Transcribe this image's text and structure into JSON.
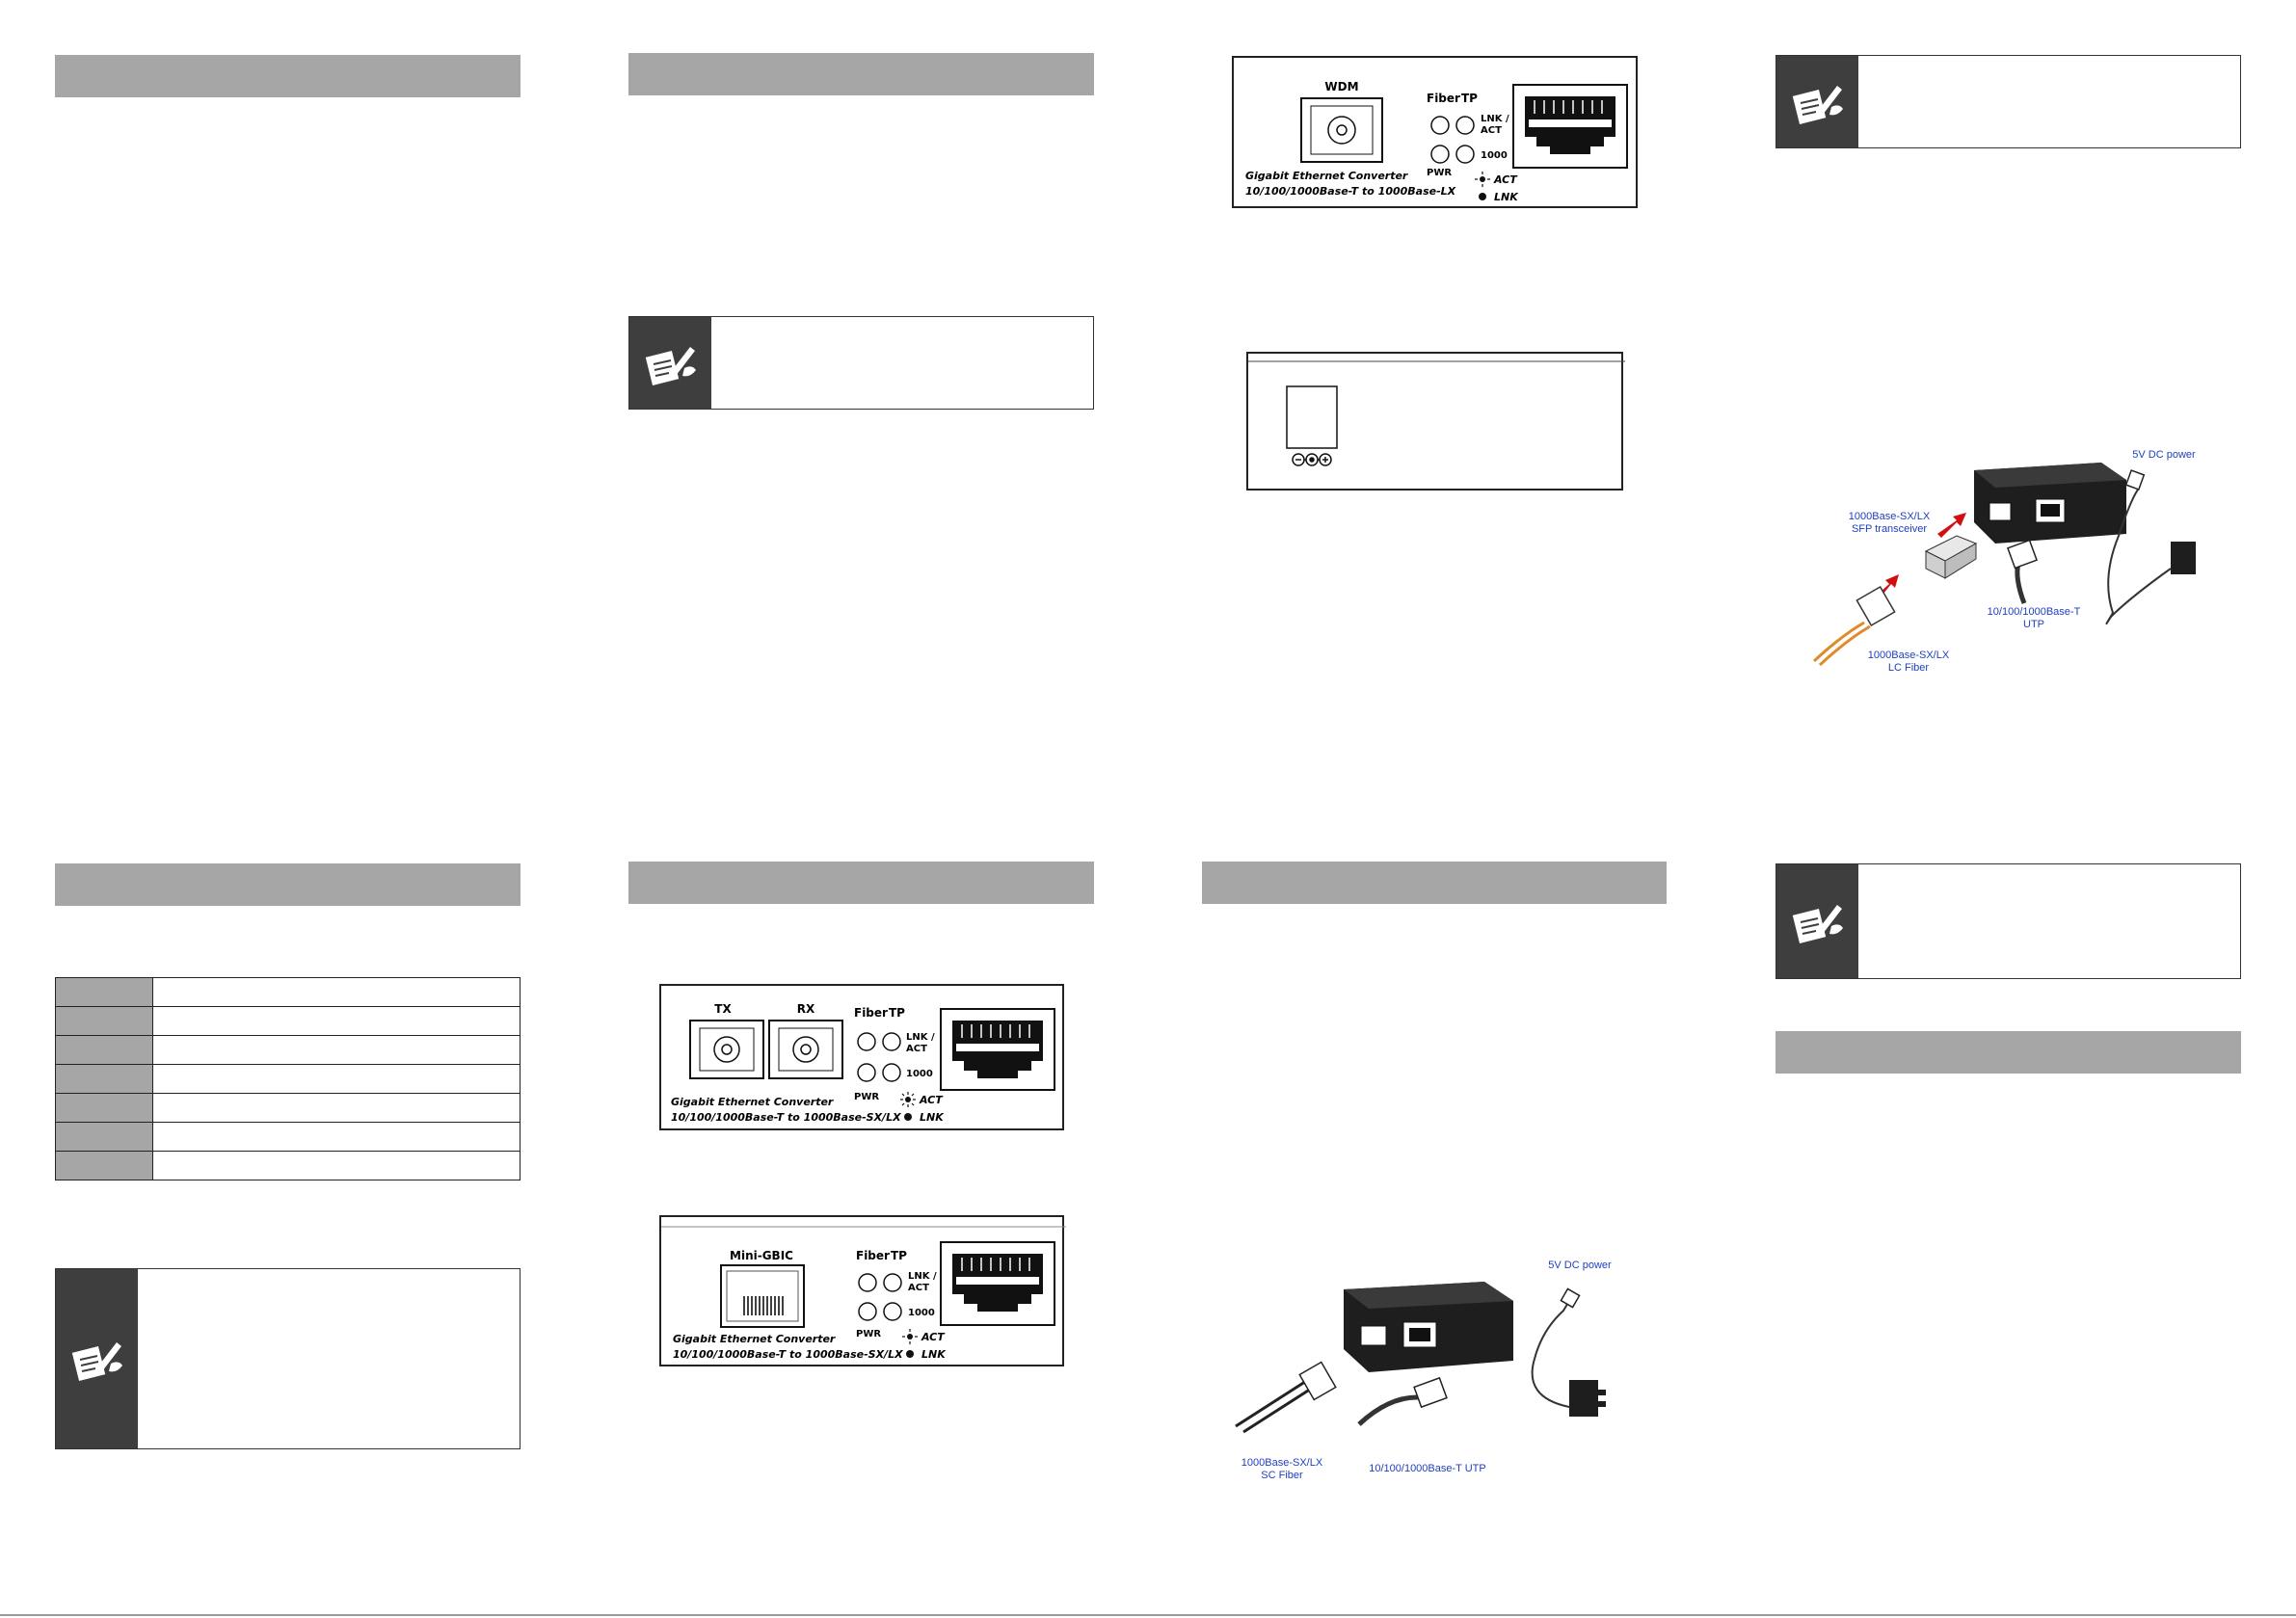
{
  "panels": {
    "wdm": {
      "port": "WDM",
      "fiber": "Fiber",
      "tp": "TP",
      "lnk": "LNK /",
      "act": "ACT",
      "pwr": "PWR",
      "g1000": "1000",
      "legend_act": "ACT",
      "legend_lnk": "LNK",
      "caption1": "Gigabit Ethernet Converter",
      "caption2": "10/100/1000Base-T to 1000Base-LX"
    },
    "sc": {
      "tx": "TX",
      "rx": "RX",
      "fiber": "Fiber",
      "tp": "TP",
      "lnk": "LNK /",
      "act": "ACT",
      "pwr": "PWR",
      "g1000": "1000",
      "legend_act": "ACT",
      "legend_lnk": "LNK",
      "caption1": "Gigabit Ethernet Converter",
      "caption2": "10/100/1000Base-T to 1000Base-SX/LX"
    },
    "gbic": {
      "port": "Mini-GBIC",
      "fiber": "Fiber",
      "tp": "TP",
      "lnk": "LNK /",
      "act": "ACT",
      "pwr": "PWR",
      "g1000": "1000",
      "legend_act": "ACT",
      "legend_lnk": "LNK",
      "caption1": "Gigabit Ethernet Converter",
      "caption2": "10/100/1000Base-T to 1000Base-SX/LX"
    }
  },
  "diagram_sfp": {
    "power": "5V DC power",
    "sfp1": "1000Base-SX/LX",
    "sfp2": "SFP transceiver",
    "utp1": "10/100/1000Base-T",
    "utp2": "UTP",
    "lc1": "1000Base-SX/LX",
    "lc2": "LC Fiber"
  },
  "diagram_sc": {
    "power": "5V DC power",
    "sc1": "1000Base-SX/LX",
    "sc2": "SC Fiber",
    "utp": "10/100/1000Base-T UTP"
  }
}
